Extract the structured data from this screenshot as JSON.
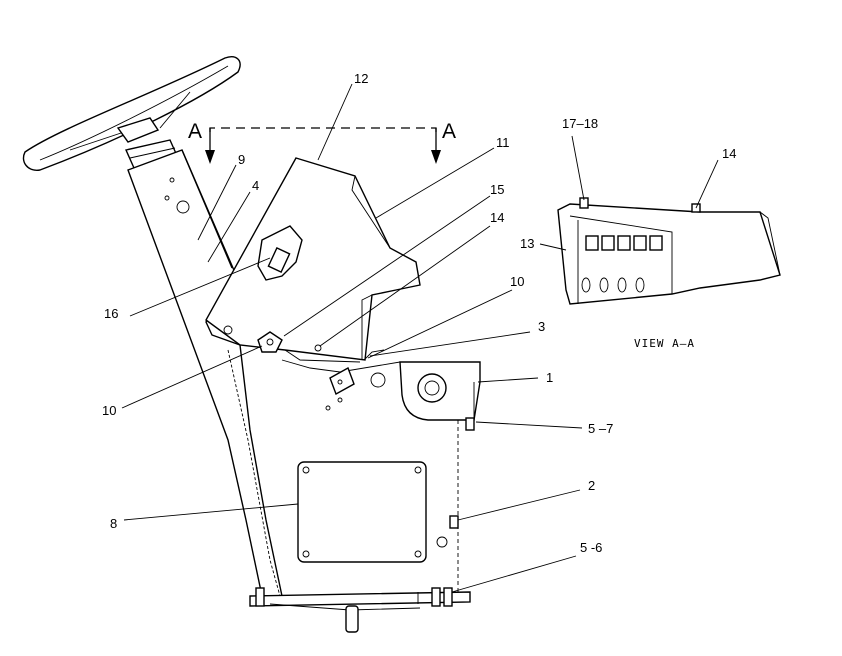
{
  "section_marker": "A",
  "view_title": "VIEW A–A",
  "callouts": {
    "c1": "1",
    "c2": "2",
    "c3": "3",
    "c4": "4",
    "c5_6": "5 -6",
    "c5_7": "5 –7",
    "c8": "8",
    "c9": "9",
    "c10_left": "10",
    "c10_right": "10",
    "c11": "11",
    "c12": "12",
    "c13": "13",
    "c14_main": "14",
    "c14_view": "14",
    "c15": "15",
    "c16": "16",
    "c17_18": "17–18"
  }
}
